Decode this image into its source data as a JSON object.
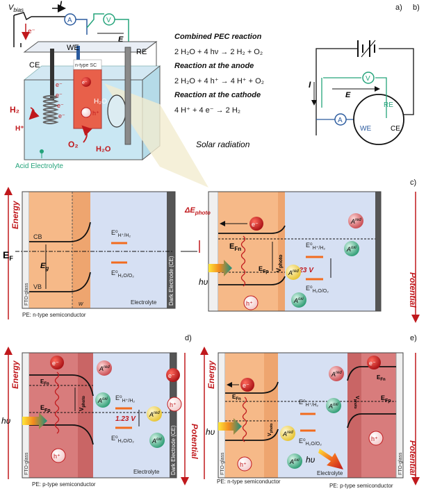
{
  "panel_labels": {
    "a": "a)",
    "b": "b)",
    "c": "c)",
    "d": "d)",
    "e": "e)"
  },
  "panel_a": {
    "vbias": "V",
    "vbias_sub": "bias",
    "current": "I",
    "ammeter": "A",
    "voltmeter": "V",
    "field": "E",
    "electron": "e⁻",
    "we": "WE",
    "ce": "CE",
    "re": "RE",
    "sc_label": "n-type SC",
    "h2": "H₂",
    "hplus": "H⁺",
    "o2": "O₂",
    "h2o": "H₂O",
    "hole": "h⁺",
    "acid": "Acid Electrolyte",
    "solar": "Solar radiation"
  },
  "equations": {
    "combined_title": "Combined PEC reaction",
    "combined_eq": "2 H₂O + 4 hν → 2 H₂ + O₂",
    "anode_title": "Reaction at the anode",
    "anode_eq": "2 H₂O + 4 h⁺ → 4 H⁺ + O₂",
    "cathode_title": "Reaction at the cathode",
    "cathode_eq": "4 H⁺ + 4 e⁻ → 2 H₂"
  },
  "panel_b": {
    "current": "I",
    "field": "E",
    "voltmeter": "V",
    "ammeter": "A",
    "re": "RE",
    "we": "WE",
    "ce": "CE"
  },
  "panel_c": {
    "energy": "Energy",
    "potential": "Potential",
    "ef": "E",
    "ef_sub": "F",
    "cb": "CB",
    "vb": "VB",
    "eg": "E",
    "eg_sub": "g",
    "w": "w",
    "e0_h": "E⁰",
    "e0_h_sub": "H⁺/H₂",
    "e0_o": "E⁰",
    "e0_o_sub": "H₂O/O₂",
    "electrolyte": "Electrolyte",
    "dark_electrode": "Dark Electrode (CE)",
    "fto": "FTO-glass",
    "pe_label": "PE: n-type semiconductor",
    "delta_e": "ΔE",
    "delta_e_sub": "photo",
    "efn": "E",
    "efn_sub": "Fn",
    "efp": "E",
    "efp_sub": "Fp",
    "vphoto": "V",
    "vphoto_sub": "photo",
    "v123": "1.23 V",
    "hv": "hυ",
    "ared": "A",
    "ared_sup": "red",
    "aoxi": "A",
    "aoxi_sup": "oxi",
    "electron": "e⁻",
    "hole": "h⁺"
  },
  "panel_d": {
    "pe_label": "PE: p-type semiconductor",
    "electrolyte": "Electrolyte",
    "dark_electrode": "Dark Electrode (CE)",
    "fto": "FTO-glass",
    "v123": "1.23 V"
  },
  "panel_e": {
    "pe_label_left": "PE: n-type semiconductor",
    "pe_label_right": "PE: p-type semiconductor",
    "electrolyte": "Electrolyte",
    "fto": "FTO-glass"
  },
  "colors": {
    "orange": "#f4a46b",
    "blue_el": "#d9e3f5",
    "red_sc": "#d9797a",
    "dark_el": "#5a5a5a",
    "red_accent": "#c0181c",
    "green": "#24a37a"
  }
}
